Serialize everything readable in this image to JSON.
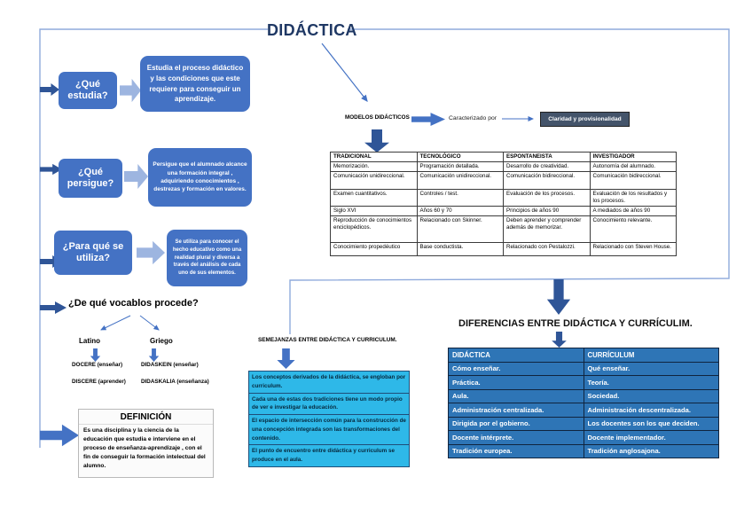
{
  "title": "DIDÁCTICA",
  "questions": [
    {
      "label": "¿Qué estudia?",
      "answer": "Estudia el proceso didáctico y las condiciones que este requiere para conseguir un aprendizaje."
    },
    {
      "label": "¿Qué persigue?",
      "answer": "Persigue que el alumnado alcance una formación integral , adquiriendo conocimientos , destrezas y formación en valores."
    },
    {
      "label": "¿Para qué se utiliza?",
      "answer": "Se utiliza para conocer el hecho educativo como una realidad plural y diversa a través del análisis de cada uno de sus elementos."
    }
  ],
  "vocablos": {
    "heading": "¿De qué vocablos procede?",
    "latino": {
      "label": "Latino",
      "terms": [
        "DOCERE (enseñar)",
        "DISCERE (aprender)"
      ]
    },
    "griego": {
      "label": "Griego",
      "terms": [
        "DIDASKEIN (enseñar)",
        "DIDASKALIA (enseñanza)"
      ]
    }
  },
  "definicion": {
    "heading": "DEFINICIÓN",
    "text": "Es una disciplina y la ciencia de la educación que estudia e interviene en el proceso de enseñanza-aprendizaje , con el fin de  conseguir la formación intelectual del alumno."
  },
  "modelos": {
    "label": "MODELOS DIDÁCTICOS",
    "caracterizado_label": "Caracterizado por",
    "badge": "Claridad y provisionalidad",
    "table": {
      "headers": [
        "TRADICIONAL",
        "TECNOLÓGICO",
        "ESPONTANEISTA",
        "INVESTIGADOR"
      ],
      "rows": [
        [
          "Memorización.",
          "Programación detallada.",
          "Desarrollo de creatividad.",
          "Autonomía del alumnado."
        ],
        [
          "Comunicación unidireccional.",
          "Comunicación unidireccional.",
          "Comunicación bidireccional.",
          "Comunicación bidireccional."
        ],
        [
          "Examen cuantitativos.",
          "Controles / test.",
          "Evaluación de los procesos.",
          "Evaluación de los resultados y los procesos."
        ],
        [
          "Siglo XVI",
          "Años 60 y 70",
          "Principios de años 90",
          "A mediados de años 90"
        ],
        [
          "Reproducción de conocimientos enciclopédicos.",
          "Relacionado con Skinner.",
          "Deben aprender y comprender además de memorizar.",
          "Conocimiento relevante."
        ],
        [
          "Conocimiento propedéutico",
          "Base conductista.",
          "Relacionado con Pestalozzi.",
          "Relacionado con Steven House."
        ]
      ]
    }
  },
  "semejanzas": {
    "heading": "SEMEJANZAS ENTRE DIDÁCTICA Y CURRICULUM.",
    "items": [
      "Los conceptos derivados de la didáctica, se engloban por curriculum.",
      "Cada una de estas dos tradiciones tiene un modo propio de ver e investigar la educación.",
      "El espacio de intersección común para la construcción de una concepción integrada son las transformaciones del contenido.",
      "El punto de encuentro entre didáctica y curriculum se produce en el aula."
    ]
  },
  "diferencias": {
    "heading": "DIFERENCIAS ENTRE DIDÁCTICA Y CURRÍCULIM.",
    "headers": [
      "DIDÁCTICA",
      "CURRÍCULUM"
    ],
    "rows": [
      [
        "Cómo enseñar.",
        "Qué enseñar."
      ],
      [
        "Práctica.",
        "Teoría."
      ],
      [
        "Aula.",
        "Sociedad."
      ],
      [
        "Administración centralizada.",
        "Administración descentralizada."
      ],
      [
        "Dirigida por el gobierno.",
        "Los docentes son los que deciden."
      ],
      [
        "Docente intérprete.",
        "Docente implementador."
      ],
      [
        "Tradición europea.",
        "Tradición anglosajona."
      ]
    ]
  },
  "colors": {
    "title_navy": "#1F3864",
    "box_blue": "#4472C4",
    "dark_arrow_blue": "#2F5597",
    "light_arrow_blue": "#9DB5E0",
    "badge_slate": "#44546A",
    "semejanzas_cyan": "#2EB8E8",
    "diferencias_blue": "#2E75B6"
  }
}
